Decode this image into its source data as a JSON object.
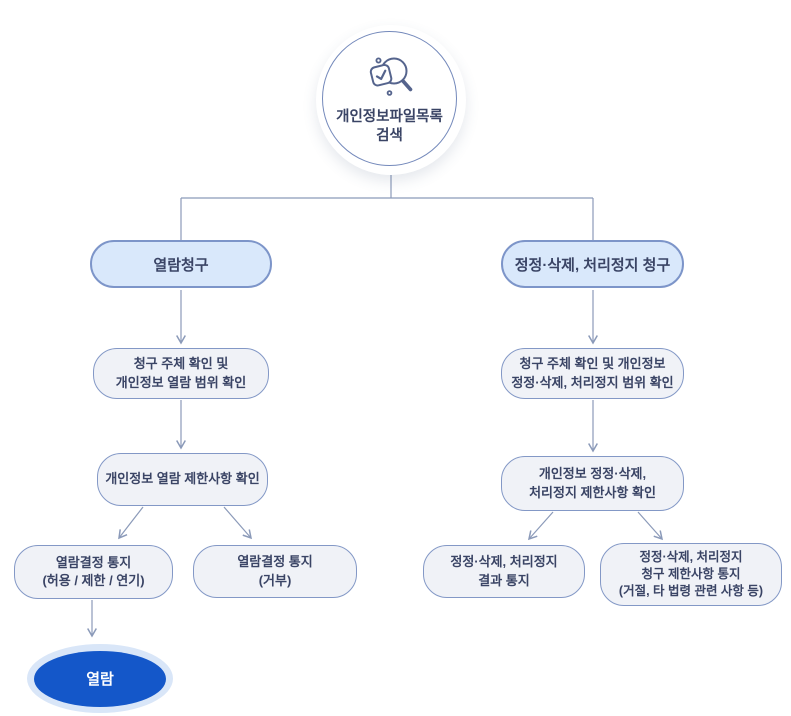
{
  "diagram": {
    "type": "flowchart",
    "root": {
      "icon": "search-check-icon",
      "label_lines": [
        "개인정보파일목록",
        "검색"
      ]
    },
    "left_branch": {
      "header": "열람청구",
      "step1_lines": [
        "청구 주체 확인 및",
        "개인정보 열람 범위 확인"
      ],
      "step2_lines": [
        "개인정보 열람 제한사항 확인"
      ],
      "result1_lines": [
        "열람결정 통지",
        "(허용 / 제한 / 연기)"
      ],
      "result2_lines": [
        "열람결정 통지",
        "(거부)"
      ],
      "final": "열람"
    },
    "right_branch": {
      "header": "정정·삭제, 처리정지 청구",
      "step1_lines": [
        "청구 주체 확인 및 개인정보",
        "정정·삭제, 처리정지 범위 확인"
      ],
      "step2_lines": [
        "개인정보 정정·삭제,",
        "처리정지 제한사항 확인"
      ],
      "result1_lines": [
        "정정·삭제, 처리정지",
        "결과 통지"
      ],
      "result2_lines": [
        "정정·삭제, 처리정지",
        "청구 제한사항 통지",
        "(거절, 타 법령 관련 사항 등)"
      ]
    },
    "colors": {
      "header_fill": "#d9e8fb",
      "header_border": "#7d95c9",
      "process_fill": "#f0f2f7",
      "process_border": "#8398c6",
      "connector_line": "#8b9ab9",
      "text": "#3a4465",
      "final_fill": "#1457c9",
      "final_halo": "#d9e6f8",
      "circle_ring": "#7489bb",
      "icon_stroke": "#55648d"
    }
  }
}
